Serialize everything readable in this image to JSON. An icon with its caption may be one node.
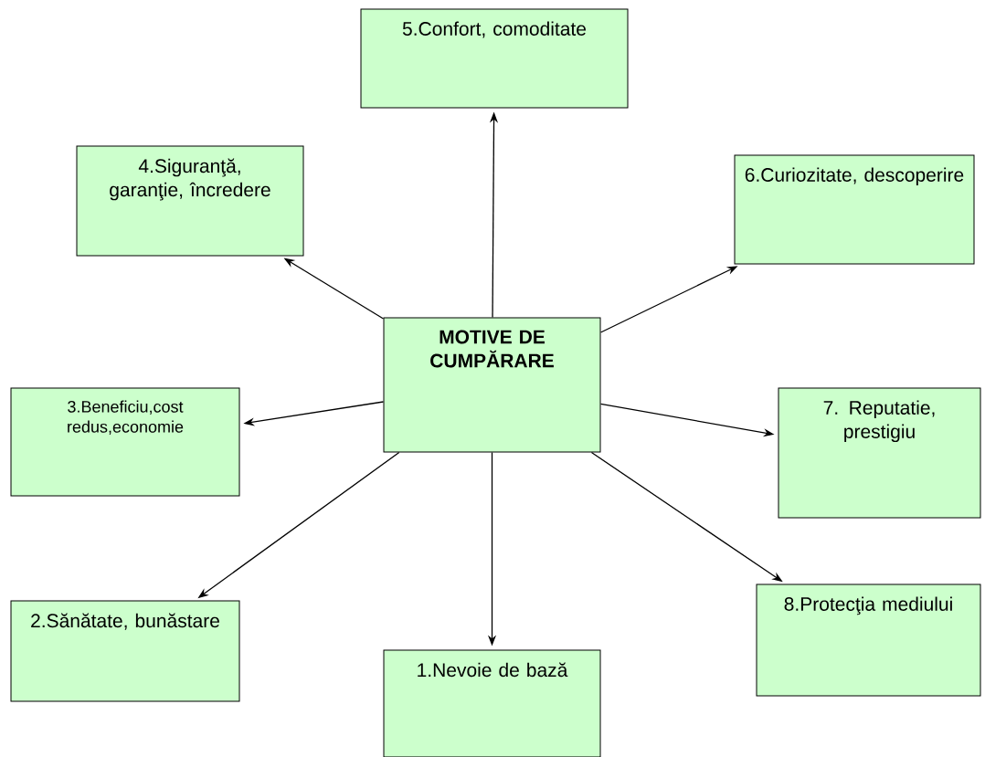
{
  "diagram": {
    "nodes": [
      {
        "text": [
          "5.Confort, comoditate"
        ]
      },
      {
        "text": [
          "4.Siguranţă, garanţie, încredere"
        ]
      },
      {
        "text": [
          "6.Curiozitate, descoperire"
        ]
      },
      {
        "text": [
          "MOTIVE DE CUMPĂRARE"
        ]
      },
      {
        "text": [
          "3.Beneficiu,cost redus,economie"
        ]
      },
      {
        "text": [
          "7. Reputatie, prestigiu"
        ]
      },
      {
        "text": [
          "2.Sănătate, bunăstare"
        ]
      },
      {
        "text": [
          "8.Protecţia mediului"
        ]
      },
      {
        "text": [
          "1.Nevoie de bază"
        ]
      }
    ],
    "edges": [
      {
        "from": 3,
        "to": 0,
        "arrow": "to"
      },
      {
        "from": 3,
        "to": 1,
        "arrow": "to"
      },
      {
        "from": 3,
        "to": 2,
        "arrow": "to"
      },
      {
        "from": 3,
        "to": 4,
        "arrow": "to"
      },
      {
        "from": 3,
        "to": 5,
        "arrow": "to"
      },
      {
        "from": 3,
        "to": 6,
        "arrow": "to"
      },
      {
        "from": 3,
        "to": 7,
        "arrow": "to"
      },
      {
        "from": 3,
        "to": 8,
        "arrow": "to"
      }
    ]
  }
}
